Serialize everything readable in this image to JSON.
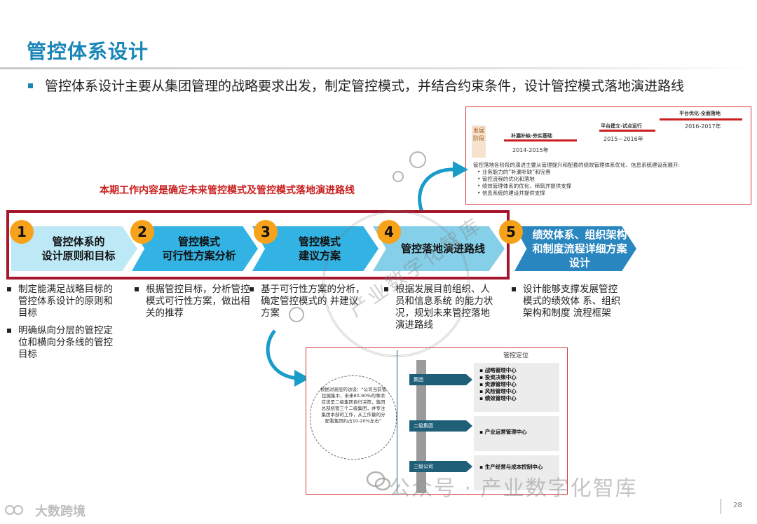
{
  "title": "管控体系设计",
  "main_bullet": "管控体系设计主要从集团管理的战略要求出发，制定管控模式，并结合约束条件，设计管控模式落地演进路线",
  "timeline": {
    "stage_label": "发展阶段",
    "phases": [
      {
        "label": "补漏补缺-夯实基础",
        "years": "2014-2015年"
      },
      {
        "label": "平台建立-试点运行",
        "years": "2015－2016年"
      },
      {
        "label": "平台优化-全面落地",
        "years": "2016-2017年"
      }
    ],
    "description": "管控落地各阶段的演进主要从管理提升和配套的绩效管理体系优化、信息系统建设而展开:",
    "items": [
      "业务能力的“补漏补缺”和完善",
      "管控流程的优化和落地",
      "绩效管理体系的优化、缔筑并提供支撑",
      "信息系统的建设并提供支撑"
    ]
  },
  "red_note": "本期工作内容是确定未来管控模式及管控模式落地演进路线",
  "steps": [
    {
      "num": "1",
      "label_l1": "管控体系的",
      "label_l2": "设计原则和目标"
    },
    {
      "num": "2",
      "label_l1": "管控模式",
      "label_l2": "可行性方案分析"
    },
    {
      "num": "3",
      "label_l1": "管控模式",
      "label_l2": "建议方案"
    },
    {
      "num": "4",
      "label_l1": "管控落地演进路线",
      "label_l2": ""
    },
    {
      "num": "5",
      "label_l1": "绩效体系、组织架构",
      "label_l2": "和制度流程详细方案",
      "label_l3": "设计"
    }
  ],
  "columns": [
    [
      "制定能满足战略目标的管控体系设计的原则和目标",
      "明确纵向分层的管控定位和横向分条线的管控目标"
    ],
    [
      "根据管控目标，分析管控模式可行性方案，做出相关的推荐"
    ],
    [
      "基于可行性方案的分析，确定管控模式的 并建议方案"
    ],
    [
      "根据发展目前组织、人员和信息系统 的能力状况，规划未来管控落地演进路线"
    ],
    [
      "设计能够支撑发展管控模式的绩效体 系、组织架构和制度 流程框架"
    ]
  ],
  "control": {
    "header": "管控定位",
    "cloud_text": "根据对高层的访谈：“公司当前管控偏集中，未来80-90%的事项应该是二级集团自行决策，集团总部统管三个二级集团，并专注集团本部的工作，从工作量的分配看集团约占10-20%左右”",
    "levels": [
      {
        "label": "集团",
        "items": [
          "战略管理中心",
          "投资决策中心",
          "资源管理中心",
          "风险管理中心",
          "绩效管理中心"
        ]
      },
      {
        "label": "二级集团",
        "items": [
          "产业运营管理中心"
        ]
      },
      {
        "label": "三级公司",
        "items": [
          "生产经营与成本控制中心"
        ]
      }
    ]
  },
  "watermark": {
    "stamp_text": "产业数字化智库",
    "footer": "公众号 · 产业数字化智库",
    "brand": "大数跨境"
  },
  "page_number": "28"
}
